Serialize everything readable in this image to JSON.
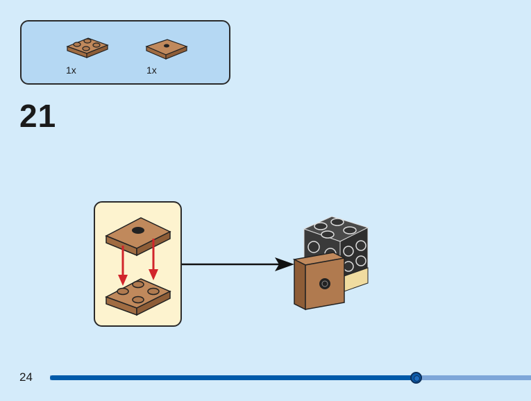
{
  "parts_list": {
    "items": [
      {
        "name": "brown-plate-2x2",
        "count": "1x",
        "color": "#b07a4f"
      },
      {
        "name": "brown-jumper-plate-2x2",
        "count": "1x",
        "color": "#b07a4f"
      }
    ]
  },
  "step": {
    "number": "21"
  },
  "callout": {
    "description": "Jumper plate attaches onto 2x2 plate"
  },
  "page": {
    "number": "24",
    "progress": 0.76
  },
  "colors": {
    "background": "#d4ebfa",
    "parts_box": "#b5d8f3",
    "callout": "#fdf3cf",
    "brick_brown": "#b07a4f",
    "brick_black": "#3a3a3a",
    "arrow_red": "#d1252b",
    "progress_fill": "#005aa9",
    "progress_track": "#7ea6d8"
  }
}
